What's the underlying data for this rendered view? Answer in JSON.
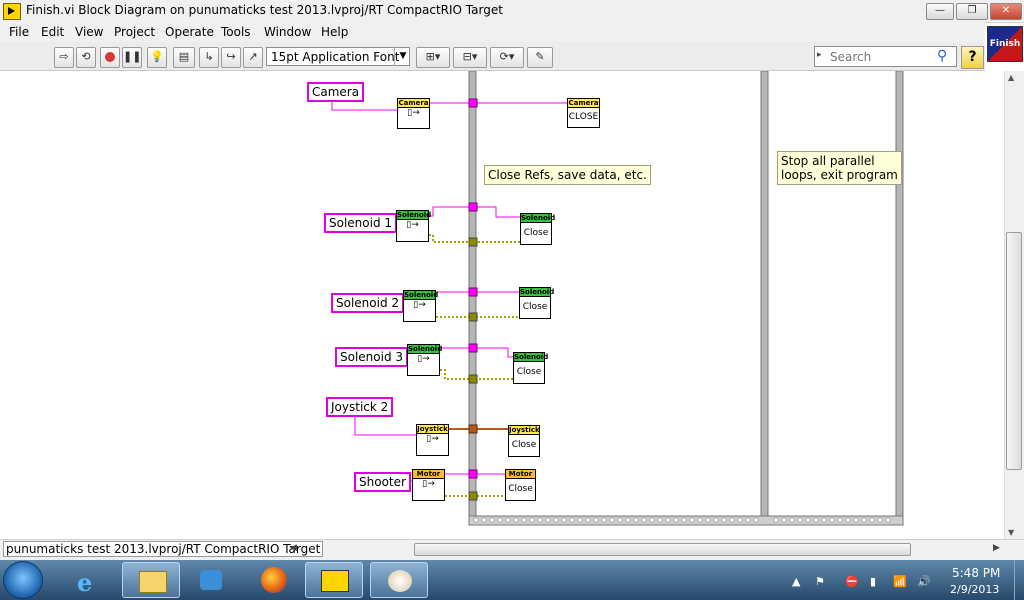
{
  "window": {
    "title": "Finish.vi Block Diagram on punumaticks test 2013.lvproj/RT CompactRIO Target",
    "minimize": "—",
    "maximize": "❐",
    "close": "✕"
  },
  "menu": [
    "File",
    "Edit",
    "View",
    "Project",
    "Operate",
    "Tools",
    "Window",
    "Help"
  ],
  "toolbar": {
    "font": "15pt Application Font",
    "search_placeholder": "Search",
    "help": "?",
    "vi_icon_label": "Finish"
  },
  "diagram": {
    "controls": {
      "camera": "Camera",
      "solenoid1": "Solenoid 1",
      "solenoid2": "Solenoid 2",
      "solenoid3": "Solenoid 3",
      "joystick2": "Joystick 2",
      "shooter": "Shooter"
    },
    "nodes": {
      "camera_ref_head": "Camera",
      "camera_close_head": "Camera",
      "camera_close_body": "CLOSE",
      "solenoid_head": "Solenoid",
      "solenoid_close_body": "Close",
      "joystick_head": "Joystick",
      "joystick_close_body": "Close",
      "motor_head": "Motor",
      "motor_close_body": "Close"
    },
    "comments": {
      "close_refs": "Close Refs, save data, etc.",
      "stop_loops_1": "Stop all parallel",
      "stop_loops_2": "loops, exit program"
    }
  },
  "status": {
    "context": "punumaticks test 2013.lvproj/RT CompactRIO Target"
  },
  "taskbar": {
    "time": "5:48 PM",
    "date": "2/9/2013"
  }
}
